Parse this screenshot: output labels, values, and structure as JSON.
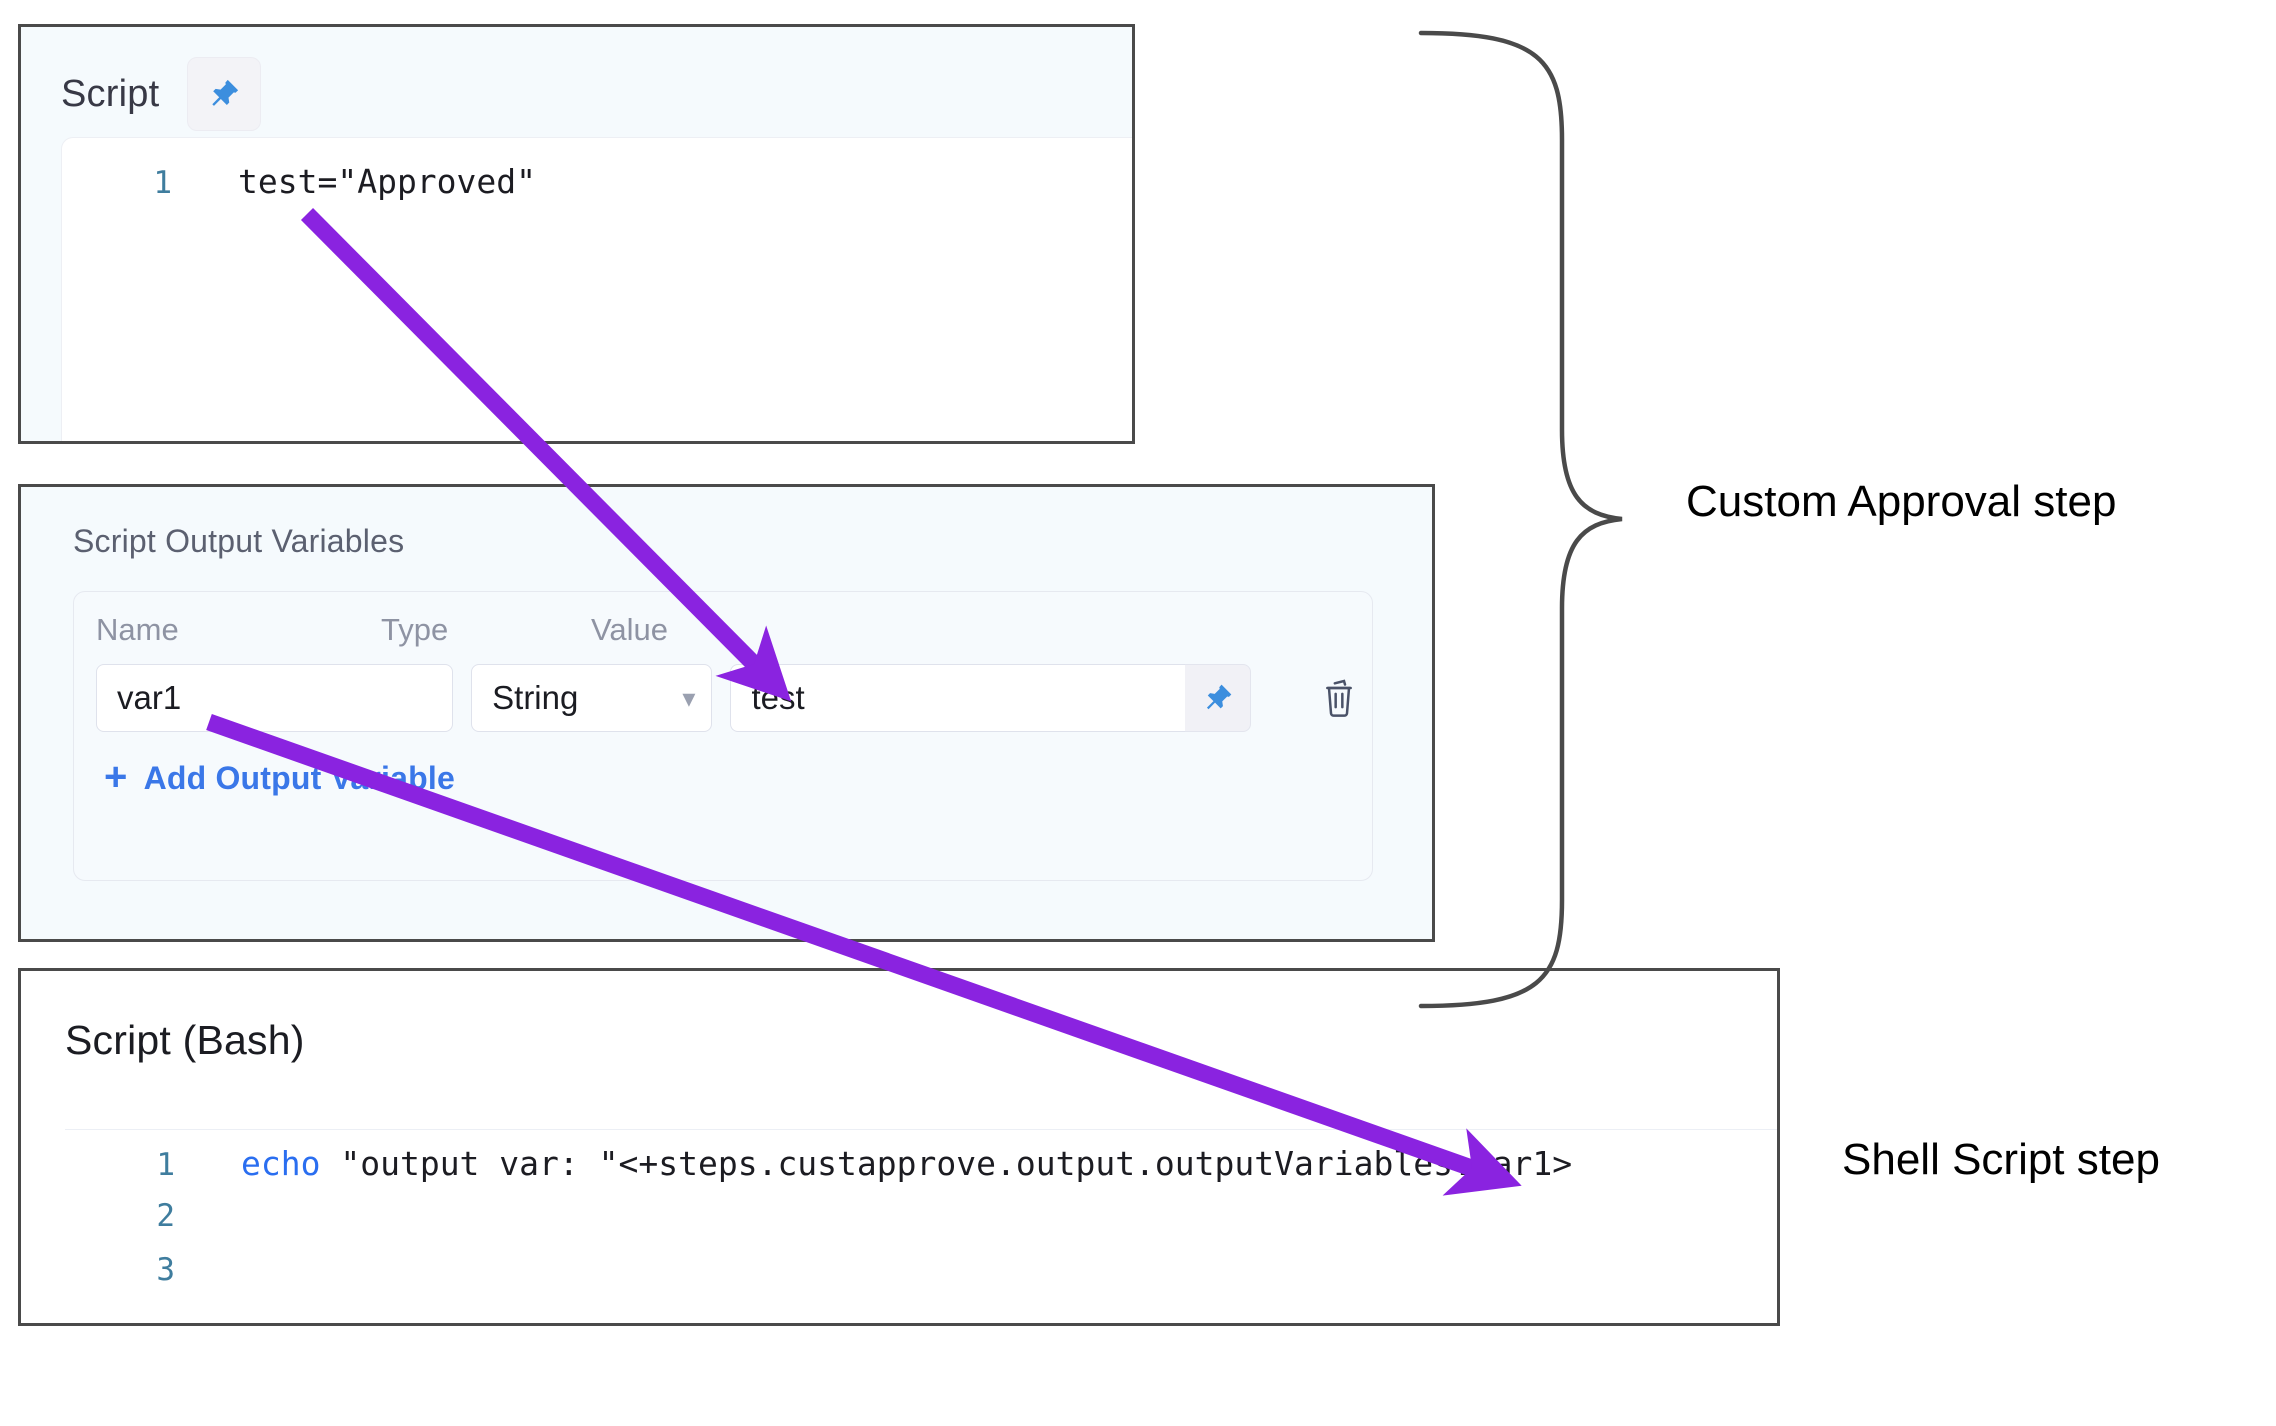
{
  "script_panel": {
    "title": "Script",
    "pin_icon": "pin-icon",
    "code": {
      "lines": [
        {
          "number": "1",
          "text": "test=\"Approved\""
        }
      ]
    }
  },
  "output_variables_panel": {
    "title": "Script Output Variables",
    "columns": [
      "Name",
      "Type",
      "Value"
    ],
    "rows": [
      {
        "name": "var1",
        "type": "String",
        "value": "test",
        "pin_icon": "pin-icon",
        "delete_icon": "trash-icon",
        "chevron_icon": "chevron-down-icon"
      }
    ],
    "add_label": "Add Output Variable",
    "add_plus": "+"
  },
  "bash_panel": {
    "title": "Script (Bash)",
    "code": {
      "lines": [
        {
          "number": "1",
          "keyword": "echo",
          "text": " \"output var: \"<+steps.custapprove.output.outputVariables.var1>"
        },
        {
          "number": "2",
          "keyword": "",
          "text": ""
        },
        {
          "number": "3",
          "keyword": "",
          "text": ""
        }
      ]
    }
  },
  "annotations": {
    "custom_approval_label": "Custom Approval step",
    "shell_script_label": "Shell Script step",
    "brace_icon": "curly-brace-icon",
    "arrow_icon": "arrow-icon",
    "arrow_color": "#8a23e0",
    "brace_color": "#4a4a4a"
  },
  "colors": {
    "panel_bg": "#f5fafd",
    "panel_border": "#4a4a4a",
    "link_blue": "#3a77e8",
    "pin_blue": "#3c8ede",
    "code_keyword": "#2a6ef0",
    "line_number": "#3f7d9e",
    "label_gray": "#8e93a3"
  }
}
